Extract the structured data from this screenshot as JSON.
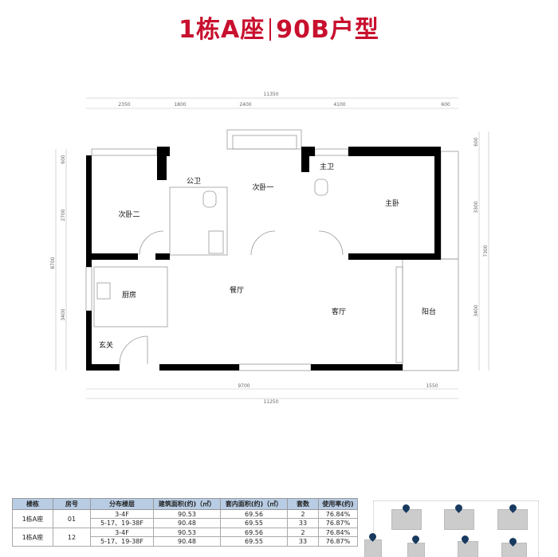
{
  "title": {
    "building": "1栋A座",
    "unit_type": "90B户型"
  },
  "dimensions": {
    "top_total": "11350",
    "top_segments": [
      "2350",
      "1800",
      "2400",
      "4100",
      "600"
    ],
    "bottom_segments": [
      "9700",
      "1550"
    ],
    "bottom_total": "11250",
    "left_segments": [
      "600",
      "2700",
      "3400"
    ],
    "left_total": "8700",
    "right_segments": [
      "600",
      "3300",
      "3400"
    ],
    "right_total": "7300"
  },
  "rooms": {
    "bedroom2": "次卧二",
    "public_bath": "公卫",
    "bedroom1": "次卧一",
    "master_bath": "主卫",
    "master_bedroom": "主卧",
    "kitchen": "厨房",
    "dining": "餐厅",
    "living": "客厅",
    "balcony": "阳台",
    "entry": "玄关"
  },
  "table": {
    "headers": [
      "楼栋",
      "房号",
      "分布楼层",
      "建筑面积(约)（㎡）",
      "套内面积(约)（㎡）",
      "套数",
      "使用率(约)"
    ],
    "groups": [
      {
        "building": "1栋A座",
        "room": "01",
        "rows": [
          {
            "floors": "3-4F",
            "gross": "90.53",
            "net": "69.56",
            "units": "2",
            "ratio": "76.84%"
          },
          {
            "floors": "5-17、19-38F",
            "gross": "90.48",
            "net": "69.55",
            "units": "33",
            "ratio": "76.87%"
          }
        ]
      },
      {
        "building": "1栋A座",
        "room": "12",
        "rows": [
          {
            "floors": "3-4F",
            "gross": "90.53",
            "net": "69.56",
            "units": "2",
            "ratio": "76.84%"
          },
          {
            "floors": "5-17、19-38F",
            "gross": "90.48",
            "net": "69.55",
            "units": "33",
            "ratio": "76.87%"
          }
        ]
      }
    ]
  },
  "colors": {
    "title": "#c8102e",
    "header_bg": "#b8cde4",
    "pin": "#173a5e"
  }
}
